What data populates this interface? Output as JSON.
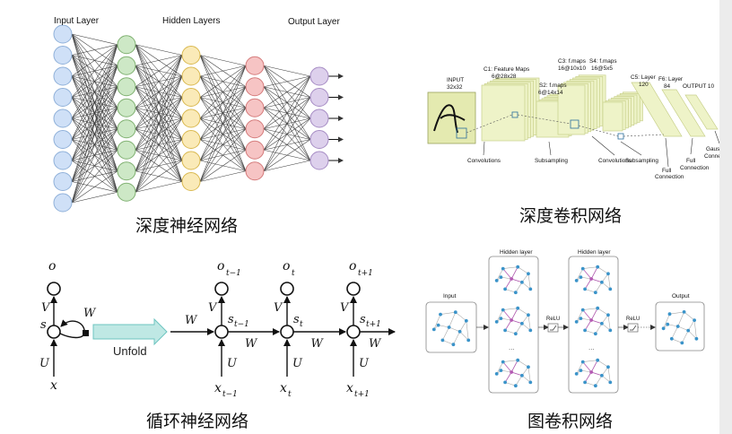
{
  "panels": {
    "dnn": {
      "caption": "深度神经网络",
      "layer_labels": [
        "Input Layer",
        "Hidden Layers",
        "Output Layer"
      ],
      "layers": [
        {
          "count": 9,
          "fill": "#cfe0f7",
          "stroke": "#8fb0d9"
        },
        {
          "count": 8,
          "fill": "#cde8c6",
          "stroke": "#7fb070"
        },
        {
          "count": 7,
          "fill": "#faeab8",
          "stroke": "#d9b84f"
        },
        {
          "count": 6,
          "fill": "#f6c4c4",
          "stroke": "#d47a7a"
        },
        {
          "count": 5,
          "fill": "#ddd0ec",
          "stroke": "#a68cc4"
        }
      ]
    },
    "cnn": {
      "caption": "深度卷积网络",
      "labels": {
        "input": [
          "INPUT",
          "32x32"
        ],
        "c1": [
          "C1: Feature Maps",
          "6@28x28"
        ],
        "s2": [
          "S2: f.maps",
          "6@14x14"
        ],
        "c3": [
          "C3: f.maps",
          "16@10x10"
        ],
        "s4": [
          "S4: f.maps",
          "16@5x5"
        ],
        "c5": [
          "C5: Layer",
          "120"
        ],
        "f6": [
          "F6: Layer",
          "84"
        ],
        "output": [
          "OUTPUT 10"
        ]
      },
      "bottom_labels": [
        "Convolutions",
        "Subsampling",
        "Convolutions",
        "Subsampling",
        "Full Connection",
        "Full Connection",
        "Gaussian Connections"
      ],
      "colors": {
        "map": "#eef3c8",
        "map_edge": "#c8d08a",
        "input_bg": "#e4eab0"
      }
    },
    "rnn": {
      "caption": "循环神经网络",
      "unfold_label": "Unfold",
      "left": {
        "o": "o",
        "s": "s",
        "x": "x",
        "V": "V",
        "W": "W",
        "U": "U"
      },
      "steps": [
        {
          "o": "o",
          "o_sub": "t−1",
          "s": "s",
          "s_sub": "t−1",
          "x": "x",
          "x_sub": "t−1"
        },
        {
          "o": "o",
          "o_sub": "t",
          "s": "s",
          "s_sub": "t",
          "x": "x",
          "x_sub": "t"
        },
        {
          "o": "o",
          "o_sub": "t+1",
          "s": "s",
          "s_sub": "t+1",
          "x": "x",
          "x_sub": "t+1"
        }
      ],
      "weights": {
        "V": "V",
        "W": "W",
        "U": "U"
      },
      "colors": {
        "arrow": "#6cc4c0",
        "arrow_fill": "#bfe8e4"
      }
    },
    "gcn": {
      "caption": "图卷积网络",
      "box_labels": [
        "Input",
        "Hidden layer",
        "Hidden layer",
        "Output"
      ],
      "relu_label": "ReLU",
      "ellipsis": "...",
      "colors": {
        "node": "#3a93c9",
        "highlight": "#b45bb3",
        "box": "#888888"
      }
    }
  }
}
